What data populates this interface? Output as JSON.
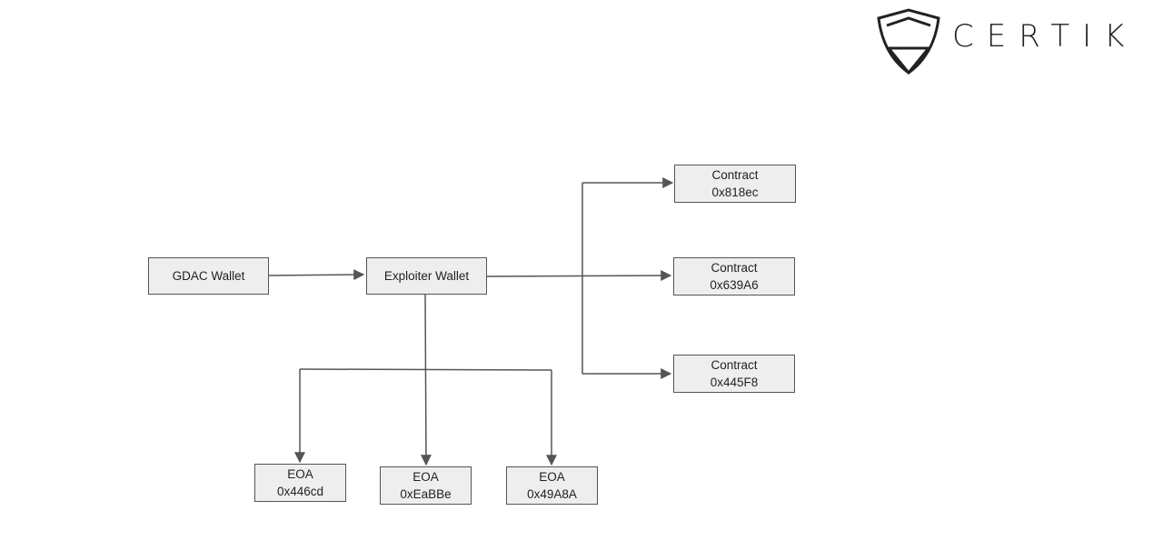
{
  "brand": {
    "logo_text": "CERTIK",
    "logo_icon": "certik-shield-icon",
    "color": "#222222"
  },
  "colors": {
    "node_fill": "#eeeeee",
    "node_border": "#555555",
    "connector": "#555555"
  },
  "nodes": {
    "gdac_wallet": {
      "label": "GDAC Wallet"
    },
    "exploiter_wallet": {
      "label": "Exploiter Wallet"
    },
    "contract_1": {
      "type": "Contract",
      "address": "0x818ec"
    },
    "contract_2": {
      "type": "Contract",
      "address": "0x639A6"
    },
    "contract_3": {
      "type": "Contract",
      "address": "0x445F8"
    },
    "eoa_1": {
      "type": "EOA",
      "address": "0x446cd"
    },
    "eoa_2": {
      "type": "EOA",
      "address": "0xEaBBe"
    },
    "eoa_3": {
      "type": "EOA",
      "address": "0x49A8A"
    }
  }
}
